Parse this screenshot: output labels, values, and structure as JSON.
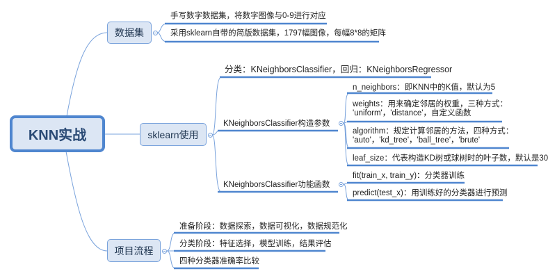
{
  "root": "KNN实战",
  "dataset": {
    "label": "数据集",
    "items": [
      "手写数字数据集，将数字图像与0-9进行对应",
      "采用sklearn自带的简版数据集，1797幅图像，每幅8*8的矩阵"
    ]
  },
  "sklearn": {
    "label": "sklearn使用",
    "classify": "分类：KNeighborsClassifier，回归：KNeighborsRegressor",
    "params": {
      "label": "KNeighborsClassifier构造参数",
      "items": [
        {
          "l1": "n_neighbors：即KNN中的K值，默认为5"
        },
        {
          "l1": "weights：用来确定邻居的权重，三种方式：",
          "l2": "'uniform'，'distance'，自定义函数"
        },
        {
          "l1": "algorithm：规定计算邻居的方法，四种方式：",
          "l2": "'auto'，'kd_tree'，'ball_tree'，'brute'"
        },
        {
          "l1": "leaf_size：代表构造KD树或球树时的叶子数，默认是30"
        }
      ]
    },
    "funcs": {
      "label": "KNeighborsClassifier功能函数",
      "items": [
        "fit(train_x, train_y)：分类器训练",
        "predict(test_x)：用训练好的分类器进行预测"
      ]
    }
  },
  "process": {
    "label": "项目流程",
    "items": [
      "准备阶段：数据探索，数据可视化，数据规范化",
      "分类阶段：特征选择，模型训练，结果评估",
      "四种分类器准确率比较"
    ]
  }
}
